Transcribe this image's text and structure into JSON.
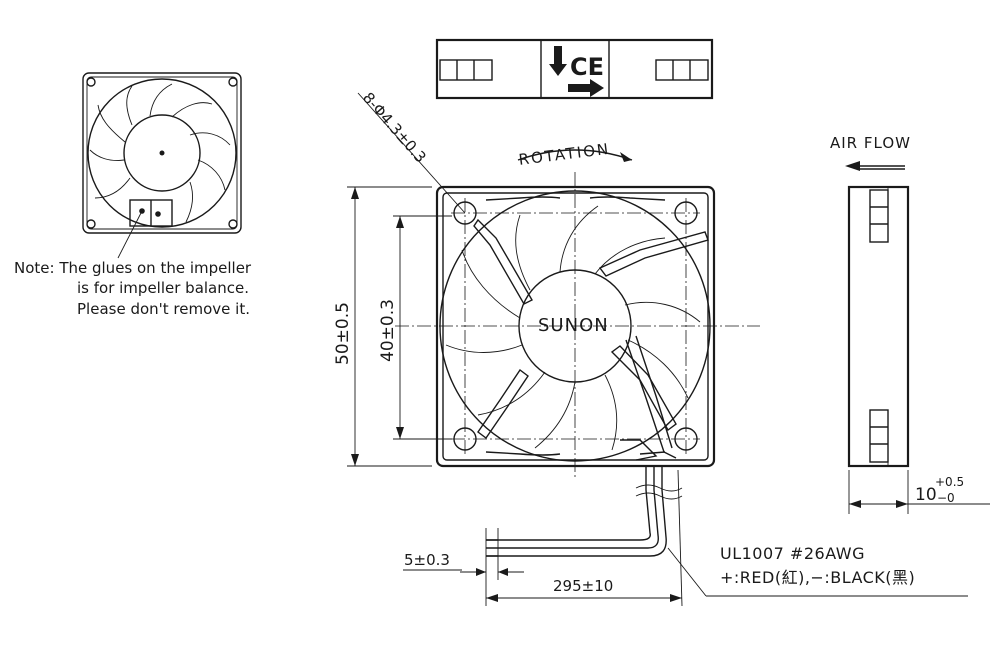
{
  "brand_label": "SUNON",
  "rotation_label": "ROTATION",
  "airflow_label": "AIR FLOW",
  "note": {
    "line1": "Note: The glues on the impeller",
    "line2": "is for impeller balance.",
    "line3": "Please don't remove it."
  },
  "dimensions": {
    "holes": "8-Φ4.3±0.3",
    "outer": "50±0.5",
    "hole_spacing": "40±0.3",
    "thickness_main": "10",
    "thickness_tol_plus": "+0.5",
    "thickness_tol_minus": "−0",
    "strip": "5±0.3",
    "lead_length": "295±10"
  },
  "wire": {
    "spec": "UL1007 #26AWG",
    "colors": "+:RED(紅),−:BLACK(黑)"
  },
  "label_marks": {
    "ce": "CE"
  }
}
